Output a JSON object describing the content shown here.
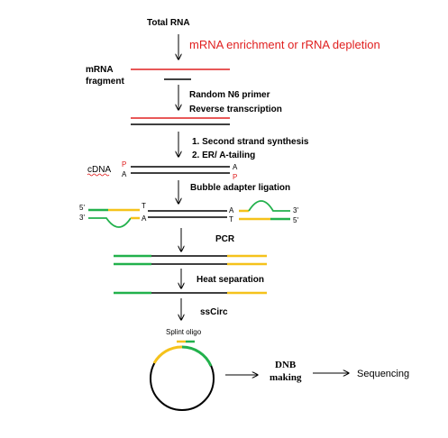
{
  "labels": {
    "total_rna": "Total RNA",
    "enrichment": "mRNA enrichment or rRNA depletion",
    "mrna_line1": "mRNA",
    "mrna_line2": "fragment",
    "primer": "Random N6 primer",
    "rt": "Reverse transcription",
    "second_strand": "1. Second strand synthesis",
    "er_tailing": "2. ER/ A-tailing",
    "cdna": "cDNA",
    "ligation": "Bubble adapter ligation",
    "pcr": "PCR",
    "heat": "Heat separation",
    "sscirc": "ssCirc",
    "splint": "Splint oligo",
    "dnb_line1": "DNB",
    "dnb_line2": "making",
    "sequencing": "Sequencing"
  },
  "end_marks": {
    "p": "P",
    "a": "A",
    "t": "T",
    "five_prime": "5'",
    "three_prime": "3'"
  },
  "colors": {
    "mrna": "#e02020",
    "dna": "#000000",
    "adapter_green": "#22b14c",
    "adapter_yellow": "#f5c21b",
    "enrichment_text": "#e02020",
    "phosphate": "#e02020"
  }
}
